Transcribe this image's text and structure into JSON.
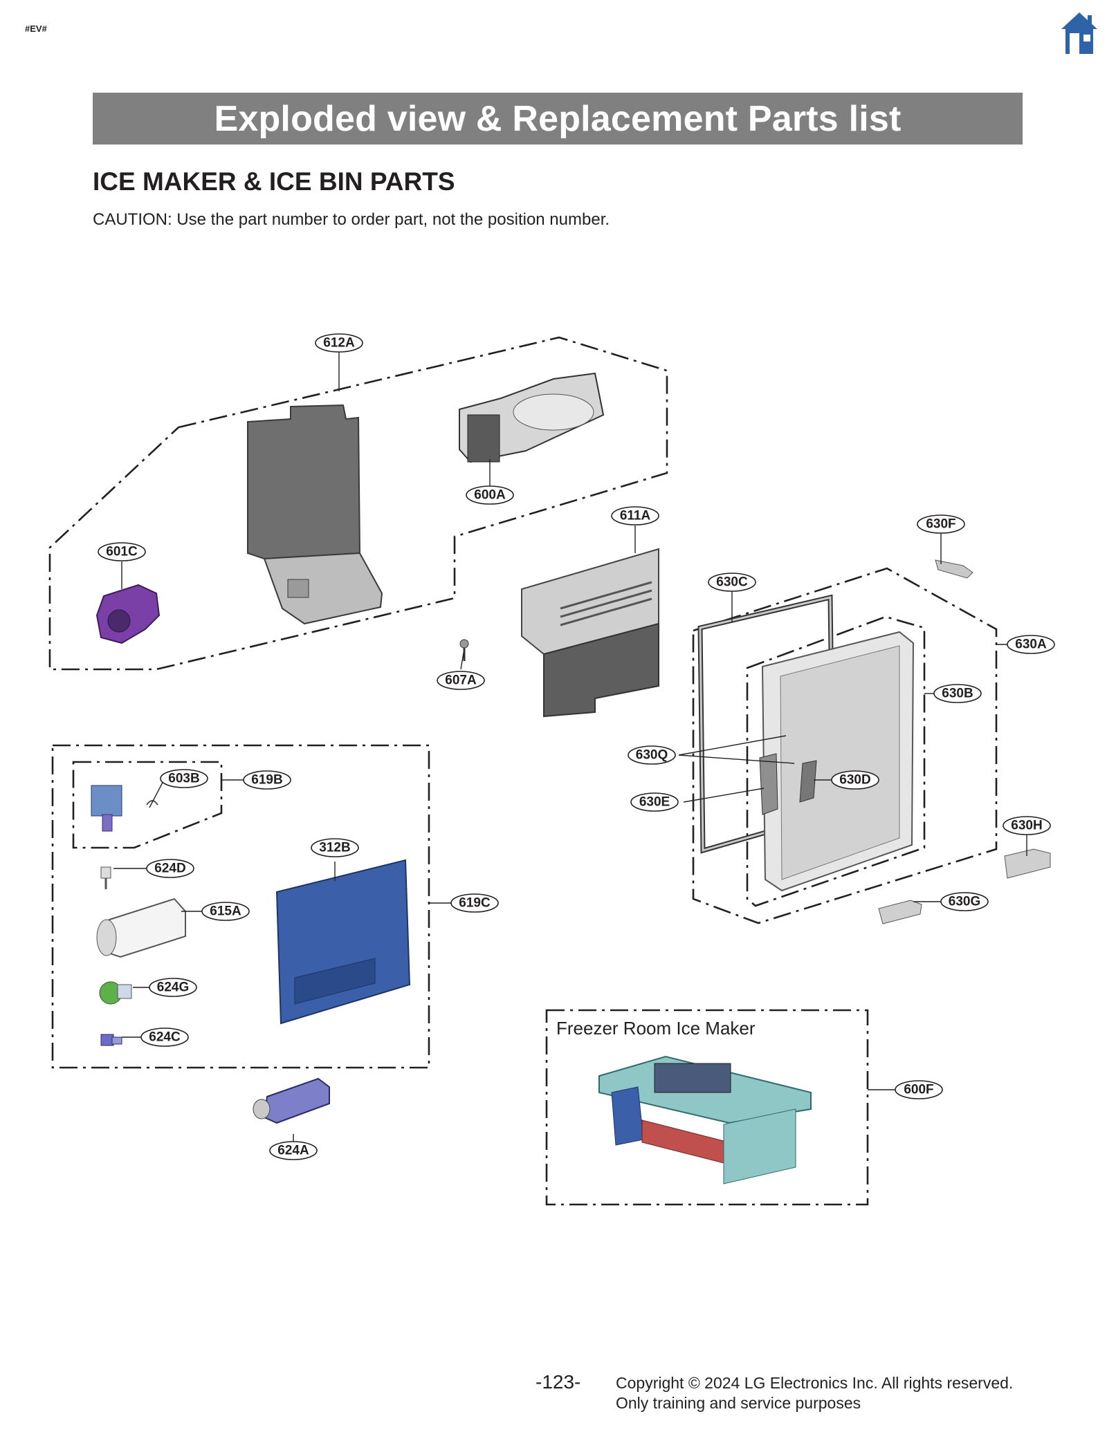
{
  "header": {
    "doc_code": "#EV#",
    "home_icon": "home-icon",
    "banner_title": "Exploded view & Replacement Parts list"
  },
  "section": {
    "title": "ICE MAKER & ICE BIN PARTS",
    "caution": "CAUTION: Use the part number to order part, not the position number."
  },
  "diagram": {
    "inset_label": "Freezer Room Ice Maker",
    "callouts": [
      "612A",
      "600A",
      "611A",
      "630F",
      "601C",
      "630C",
      "630A",
      "607A",
      "630B",
      "630Q",
      "630D",
      "603B",
      "619B",
      "630E",
      "630H",
      "312B",
      "624D",
      "619C",
      "630G",
      "615A",
      "624G",
      "624C",
      "600F",
      "624A"
    ],
    "colors": {
      "gray_part": "#6f6f6f",
      "purple_part": "#7b3fa8",
      "blue_cover": "#3b5fa8",
      "teal_part": "#8fc7c7",
      "red_part": "#c0504d",
      "green_part": "#5fb04a"
    }
  },
  "footer": {
    "page_number": "-123-",
    "copyright_line1": "Copyright © 2024 LG Electronics Inc. All rights reserved.",
    "copyright_line2": "Only training and service purposes"
  }
}
